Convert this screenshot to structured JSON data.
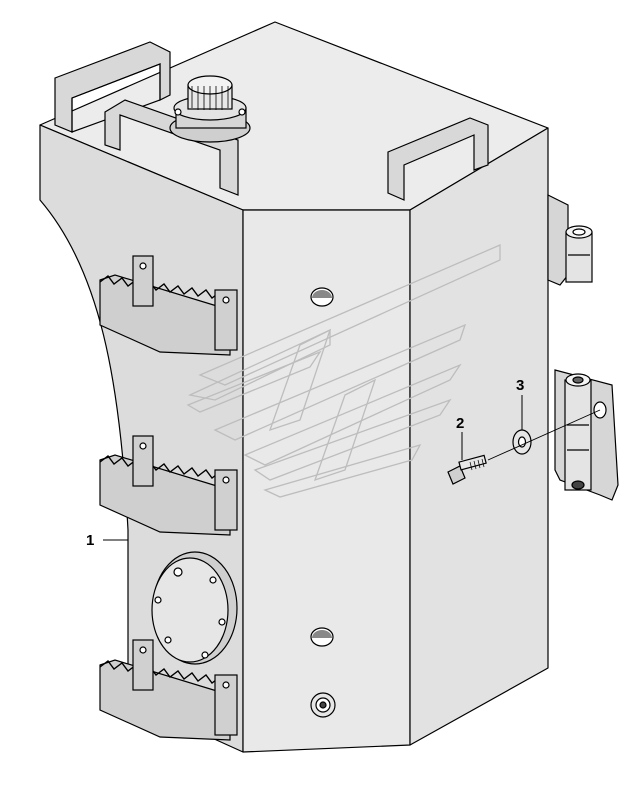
{
  "callouts": {
    "part_1": "1",
    "part_2": "2",
    "part_3": "3"
  },
  "colors": {
    "body_fill": "#e8e8e8",
    "shade_fill": "#b0b0b0",
    "dark_fill": "#5c5c5c",
    "line": "#000000",
    "watermark": "#bdbdbd"
  },
  "icons": {
    "tank": "fuel-tank-icon",
    "watermark": "brand-logo-watermark"
  }
}
